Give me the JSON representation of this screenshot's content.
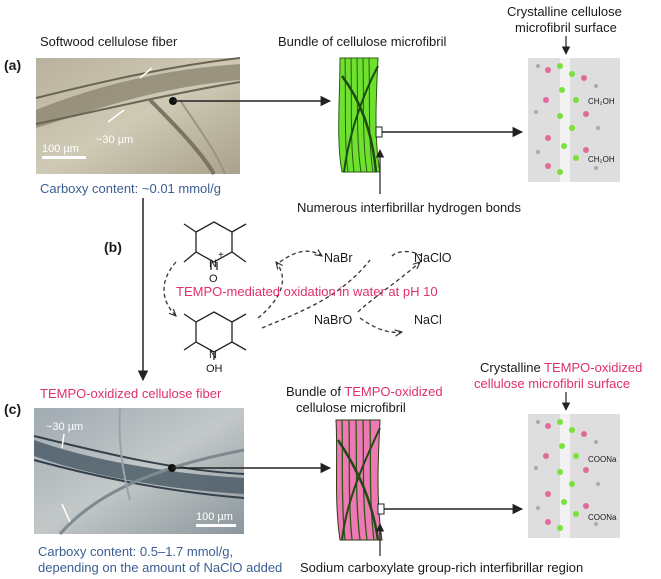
{
  "panels": {
    "a": "(a)",
    "b": "(b)",
    "c": "(c)"
  },
  "a": {
    "fiber_title": "Softwood cellulose fiber",
    "fiber_width": "~30 µm",
    "scale_bar": "100 µm",
    "carboxy": "Carboxy content: ~0.01 mmol/g",
    "bundle_title": "Bundle of cellulose microfibril",
    "surface_title_1": "Crystalline cellulose",
    "surface_title_2": "microfibril surface",
    "group_label": "CH₂OH",
    "bonds_label": "Numerous interfibrillar hydrogen bonds"
  },
  "b": {
    "oxidation": "TEMPO-mediated oxidation in water at pH 10",
    "nitroxyl_O": "O",
    "nitroxyl_N": "N",
    "charge": "+",
    "hydroxyl_N": "N",
    "hydroxyl_OH": "OH",
    "nabr": "NaBr",
    "naclo": "NaClO",
    "nabro": "NaBrO",
    "nacl": "NaCl"
  },
  "c": {
    "fiber_title": "TEMPO-oxidized cellulose fiber",
    "fiber_width": "~30 µm",
    "scale_bar": "100 µm",
    "carboxy_1": "Carboxy content: 0.5–1.7 mmol/g,",
    "carboxy_2": "depending on the amount of NaClO added",
    "bundle_title_1": "Bundle of ",
    "bundle_title_1b": "TEMPO-oxidized",
    "bundle_title_2": "cellulose microfibril",
    "surface_title_1a": "Crystalline ",
    "surface_title_1b": "TEMPO-oxidized",
    "surface_title_2": "cellulose microfibril surface",
    "group_label": "COONa",
    "region_label": "Sodium carboxylate group-rich interfibrillar region"
  },
  "colors": {
    "blue_text": "#3b5e93",
    "pink_text": "#e0306a",
    "microfibril_green": "#6ee12e",
    "microfibril_pink": "#ef79b4",
    "dark_strand": "#1f4a14"
  }
}
